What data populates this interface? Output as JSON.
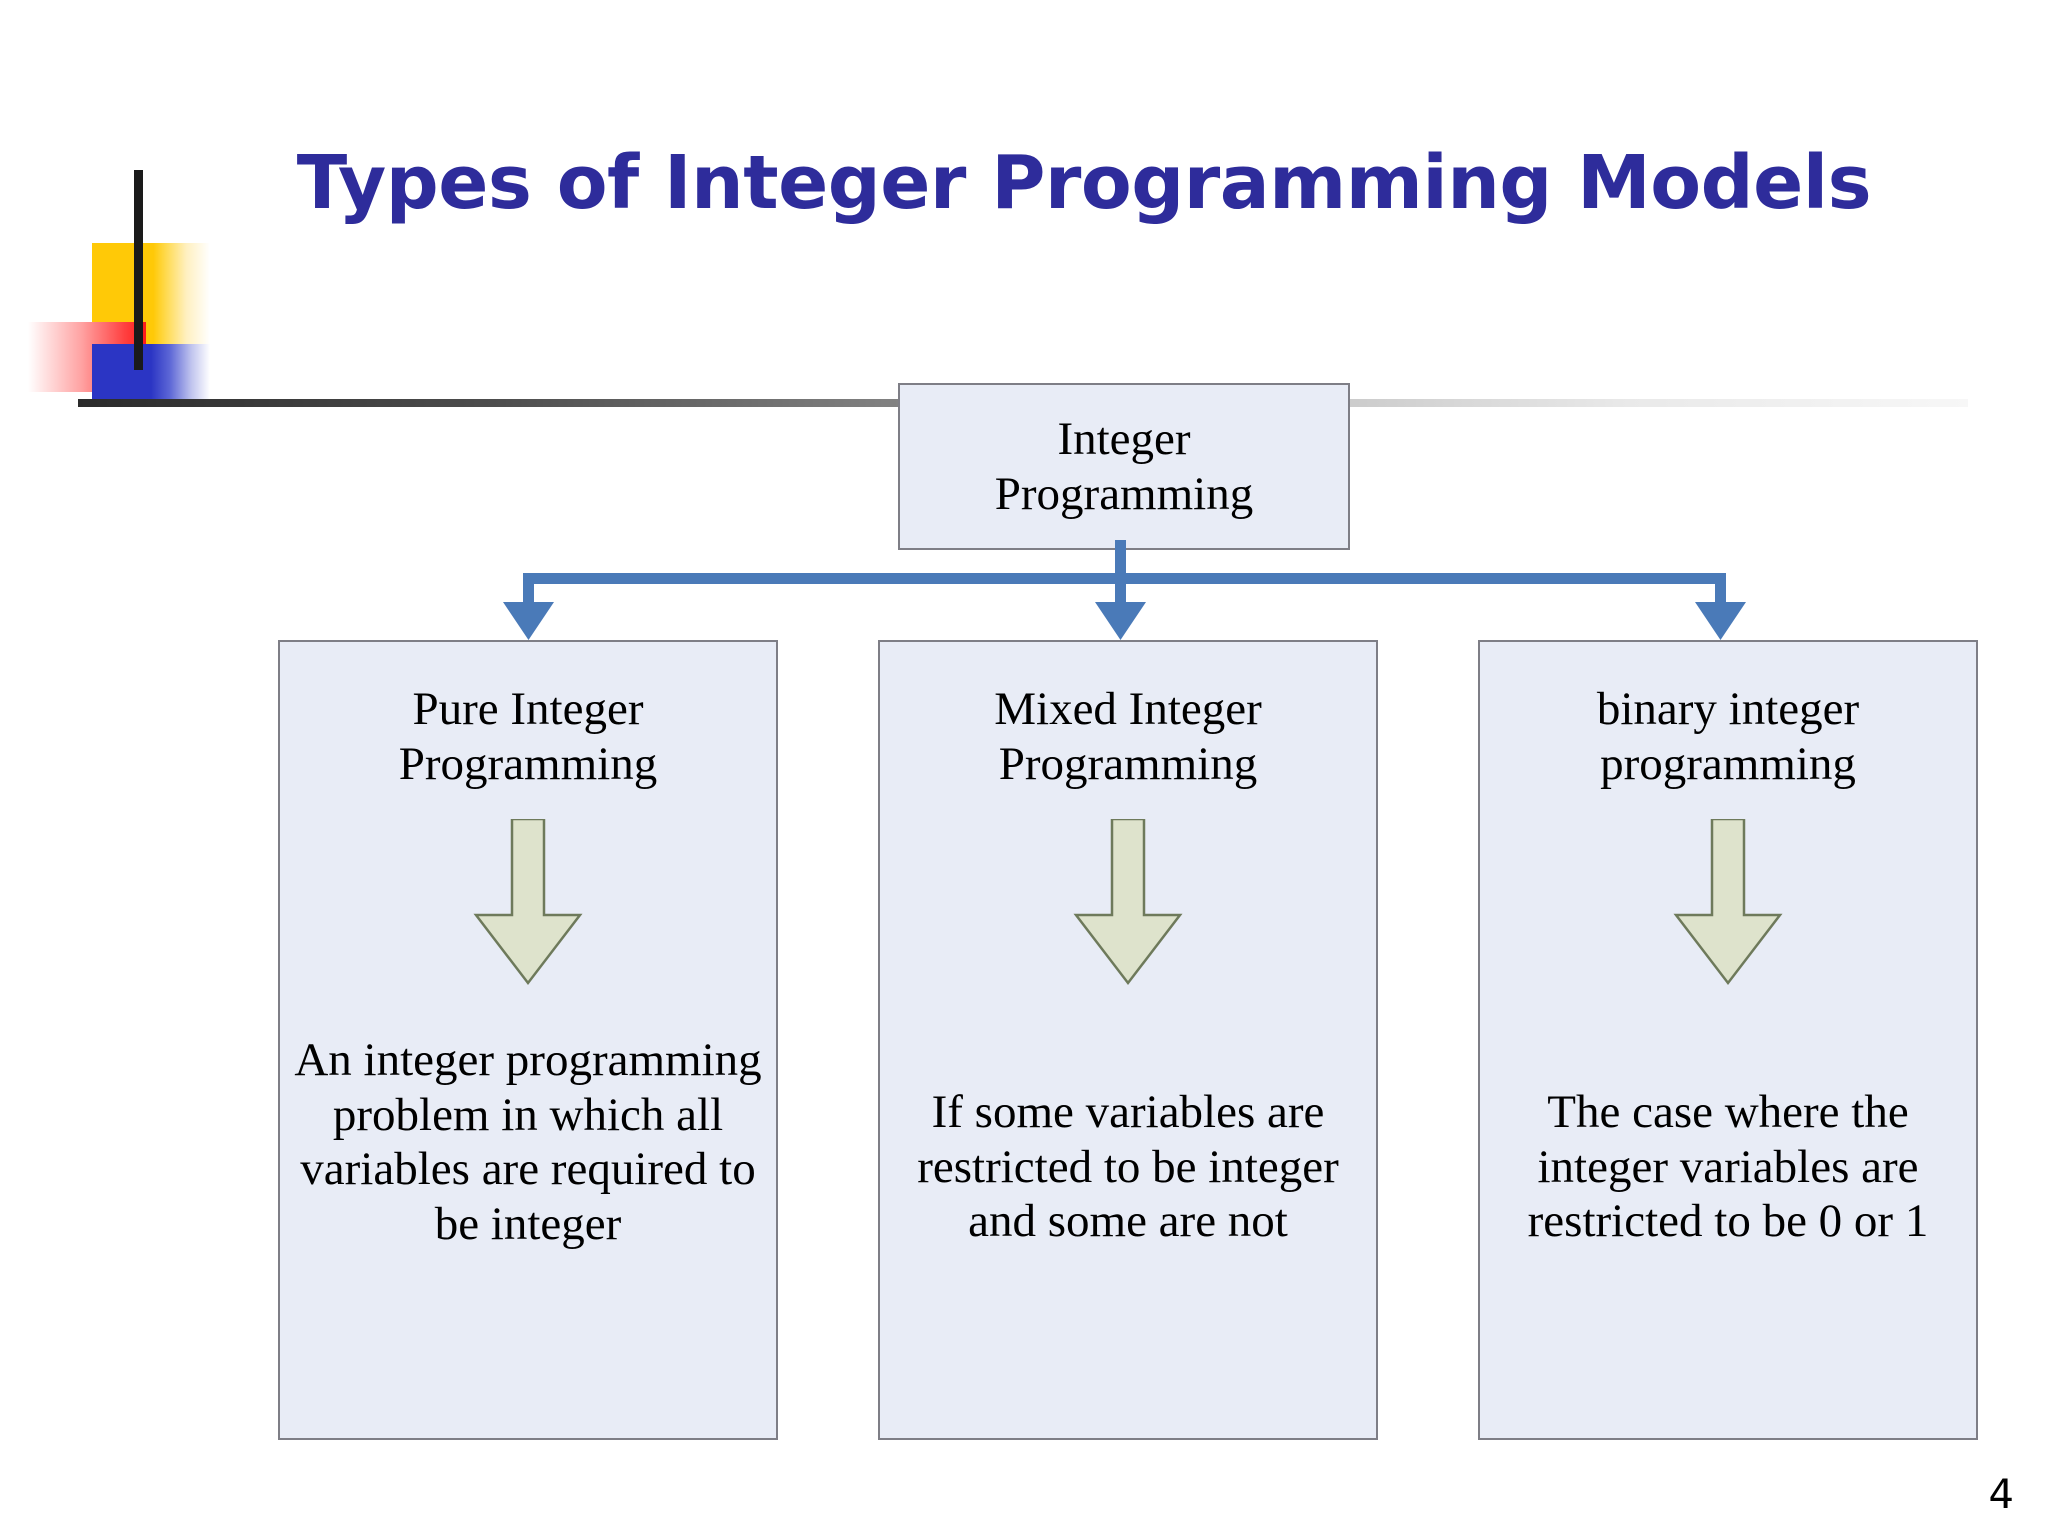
{
  "slide": {
    "title": "Types of Integer Programming Models",
    "page_number": "4",
    "background_color": "#FFFFFF",
    "title_color": "#2E2C9B"
  },
  "logo": {
    "name": "decorative-squares-logo",
    "colors": {
      "yellow": "#FFC907",
      "red": "#FF1A1A",
      "blue": "#2B35C4",
      "line": "#1A1A1A"
    }
  },
  "diagram": {
    "type": "tree",
    "connector_color": "#4A7AB8",
    "box_fill": "#E8ECF6",
    "box_border": "#7E7E86",
    "inner_arrow_fill": "#DEE3CC",
    "inner_arrow_stroke": "#6E7A5B",
    "root": {
      "label": "Integer\nProgramming",
      "line1": "Integer",
      "line2": "Programming"
    },
    "children": [
      {
        "heading_line1": "Pure Integer",
        "heading_line2": "Programming",
        "body": "An integer programming problem in which all variables are required to be integer"
      },
      {
        "heading_line1": "Mixed Integer",
        "heading_line2": "Programming",
        "body": "If some variables are restricted to be integer and some are not"
      },
      {
        "heading_line1": "binary integer",
        "heading_line2": "programming",
        "body": "The case where the integer variables are restricted to be 0 or 1"
      }
    ]
  }
}
